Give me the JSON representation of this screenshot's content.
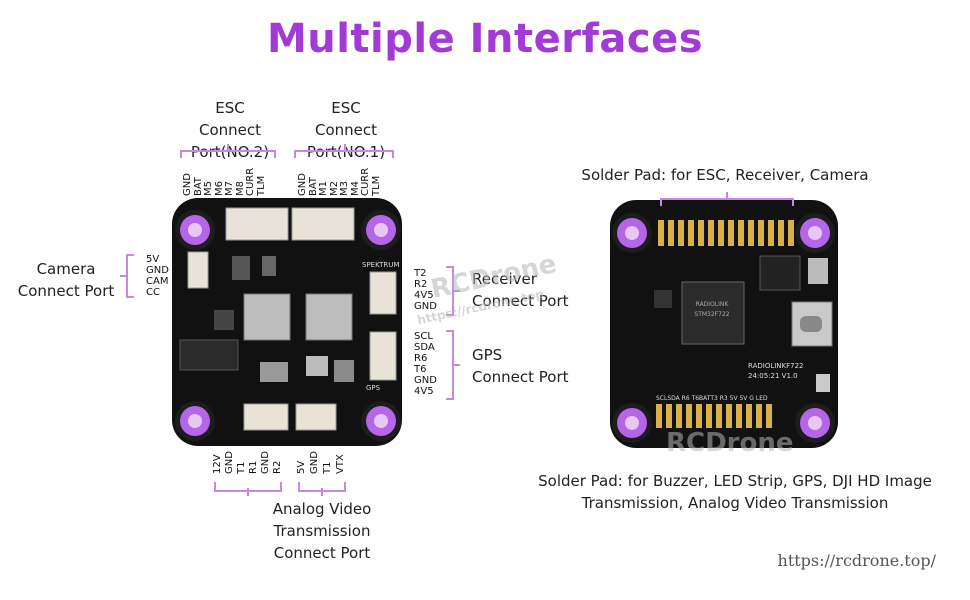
{
  "title": "Multiple Interfaces",
  "left_board": {
    "esc2_label": [
      "ESC Connect",
      "Port(NO.2)"
    ],
    "esc1_label": [
      "ESC Connect",
      "Port(NO.1)"
    ],
    "esc2_pins": [
      "GND",
      "BAT",
      "M5",
      "M6",
      "M7",
      "M8",
      "CURR",
      "TLM"
    ],
    "esc1_pins": [
      "GND",
      "BAT",
      "M1",
      "M2",
      "M3",
      "M4",
      "CURR",
      "TLM"
    ],
    "camera_label": [
      "Camera",
      "Connect Port"
    ],
    "camera_pins": [
      "5V",
      "GND",
      "CAM",
      "CC"
    ],
    "receiver_label": [
      "Receiver",
      "Connect Port"
    ],
    "receiver_pins": [
      "T2",
      "R2",
      "4V5",
      "GND"
    ],
    "gps_label": [
      "GPS",
      "Connect Port"
    ],
    "gps_pins": [
      "SCL",
      "SDA",
      "R6",
      "T6",
      "GND",
      "4V5"
    ],
    "bottom_left_pins": [
      "12V",
      "GND",
      "T1",
      "R1",
      "GND",
      "R2"
    ],
    "bottom_right_pins": [
      "5V",
      "GND",
      "T1",
      "VTX"
    ],
    "vtx_label": [
      "Analog Video",
      "Transmission",
      "Connect Port"
    ],
    "silk_spektrum": "SPEKTRUM",
    "silk_gps": "GPS"
  },
  "right_board": {
    "top_label": "Solder Pad: for ESC, Receiver, Camera",
    "bottom_label": [
      "Solder Pad: for Buzzer, LED Strip, GPS, DJI HD Image",
      "Transmission, Analog Video Transmission"
    ],
    "chip_text": [
      "RADIOLINK",
      "STM32F722"
    ],
    "board_text": [
      "RADIOLINKF722",
      "24:05:21 V1.0"
    ],
    "bottom_silk": "SCLSDA R6 T6BATT3 R3 5V 5V G LED"
  },
  "watermarks": [
    "RCDrone",
    "https://rcdrone.top",
    "RCDrone"
  ],
  "url": "https://rcdrone.top/",
  "colors": {
    "title": "#a23bd6",
    "bracket": "#c58adf",
    "pad": "#b565e8",
    "board": "#111111"
  }
}
